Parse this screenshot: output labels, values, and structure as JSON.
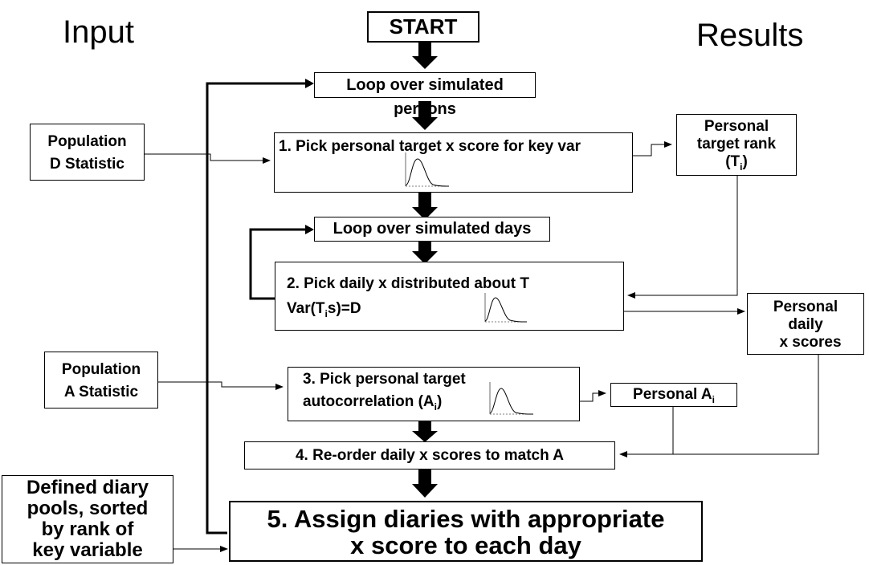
{
  "headings": {
    "input": "Input",
    "results": "Results"
  },
  "start": {
    "label": "START"
  },
  "steps": {
    "loop_persons": "Loop over simulated persons",
    "step1": "1. Pick personal target x score for key var",
    "loop_days": "Loop over simulated days",
    "step2_line1": "2. Pick daily x distributed about T",
    "step2_var_prefix": "Var(T",
    "step2_var_sub": "i",
    "step2_var_suffix": "s)=D",
    "step3_line1": "3. Pick personal target",
    "step3_line2_prefix": "autocorrelation (A",
    "step3_line2_sub": "i",
    "step3_line2_suffix": ")",
    "step4": "4. Re-order daily x scores to match A",
    "step5_line1": "5.  Assign diaries with appropriate",
    "step5_line2": "x score to each day"
  },
  "inputs": {
    "pop_d_line1": "Population",
    "pop_d_line2": "D Statistic",
    "pop_a_line1": "Population",
    "pop_a_line2": "A Statistic",
    "diary_line1": "Defined diary",
    "diary_line2": "pools, sorted",
    "diary_line3": "by rank of",
    "diary_line4": "key variable"
  },
  "results": {
    "target_rank_line1": "Personal",
    "target_rank_line2": "target rank",
    "target_rank_line3_prefix": "(T",
    "target_rank_line3_sub": "i",
    "target_rank_line3_suffix": ")",
    "daily_line1": "Personal",
    "daily_line2": "daily",
    "daily_line3": "x scores",
    "personal_a_prefix": "Personal A",
    "personal_a_sub": "i"
  }
}
